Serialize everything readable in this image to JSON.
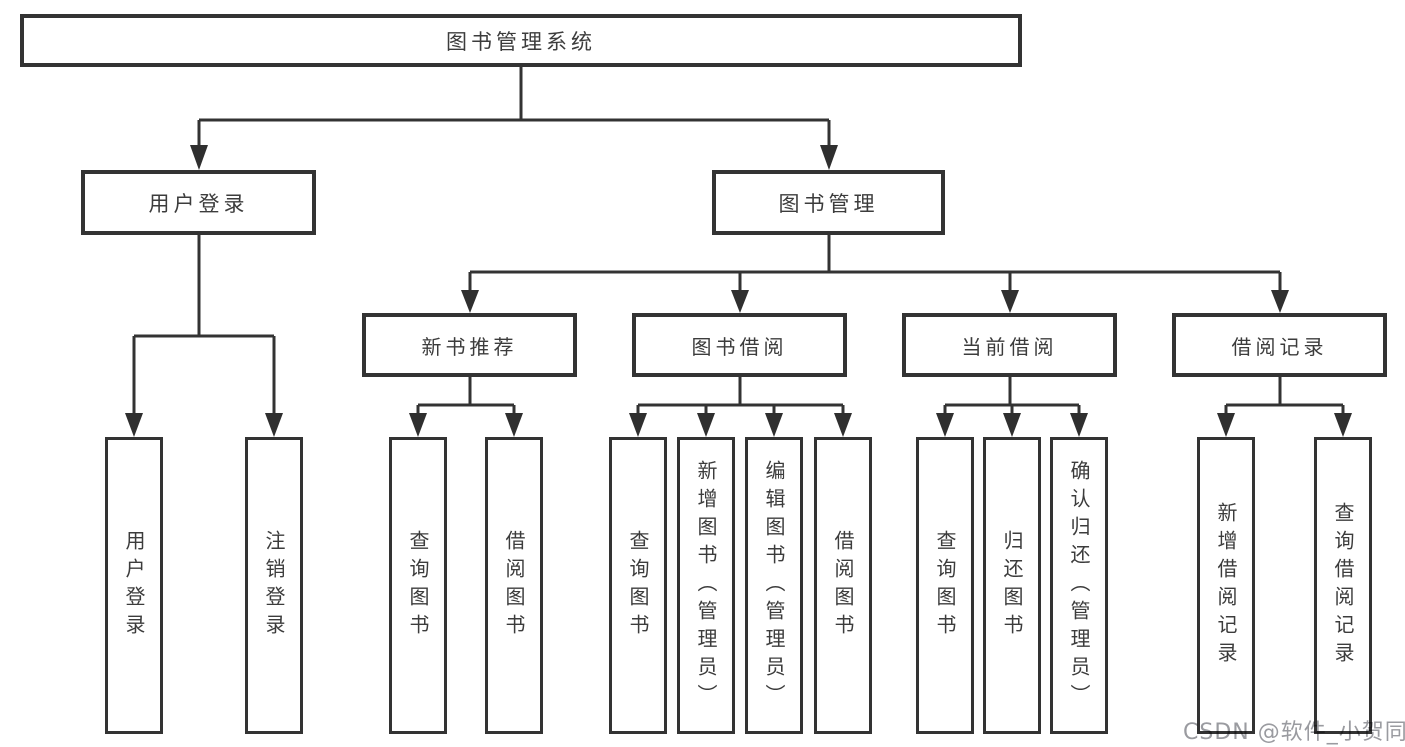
{
  "diagram": {
    "root": {
      "label": "图书管理系统"
    },
    "level2": [
      {
        "label": "用户登录"
      },
      {
        "label": "图书管理"
      }
    ],
    "level3": [
      {
        "label": "新书推荐"
      },
      {
        "label": "图书借阅"
      },
      {
        "label": "当前借阅"
      },
      {
        "label": "借阅记录"
      }
    ],
    "leaves": {
      "user_login": [
        "用户登录",
        "注销登录"
      ],
      "new_books": [
        "查询图书",
        "借阅图书"
      ],
      "book_borrowing": [
        "查询图书",
        "新增图书（管理员）",
        "编辑图书（管理员）",
        "借阅图书"
      ],
      "current_borrowing": [
        "查询图书",
        "归还图书",
        "确认归还（管理员）"
      ],
      "records": [
        "新增借阅记录",
        "查询借阅记录"
      ]
    },
    "colors": {
      "line": "#333333",
      "text": "#3c3c3c",
      "background": "#ffffff",
      "watermark": "#9a9ba0"
    }
  },
  "watermark": {
    "text": "CSDN @软件_小贺同学"
  }
}
